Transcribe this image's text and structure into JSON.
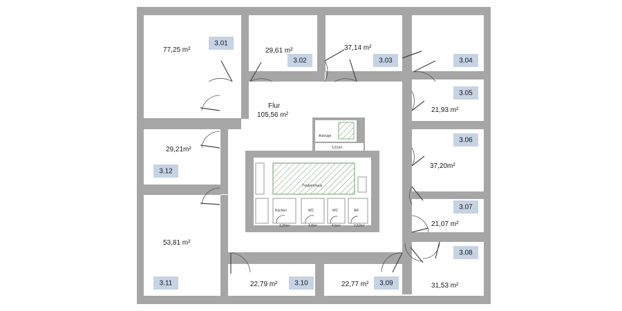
{
  "colors": {
    "wall": "#a6a6a6",
    "room_fill": "#ffffff",
    "label_fill": "#c5d3e5",
    "hatch": "#6a9e6a"
  },
  "rooms": [
    {
      "id": "r301",
      "number": "3.01",
      "area": "77,25 m²"
    },
    {
      "id": "r302",
      "number": "3.02",
      "area": "29,61 m²"
    },
    {
      "id": "r303",
      "number": "3.03",
      "area": "37,14 m²"
    },
    {
      "id": "r304",
      "number": "3.04",
      "area": ""
    },
    {
      "id": "r305",
      "number": "3.05",
      "area": "21,93 m²"
    },
    {
      "id": "r306",
      "number": "3.06",
      "area": "37,20m²"
    },
    {
      "id": "r307",
      "number": "3.07",
      "area": "21,07 m²"
    },
    {
      "id": "r308",
      "number": "3.08",
      "area": "31,53 m²"
    },
    {
      "id": "r309",
      "number": "3.09",
      "area": "22,77 m²"
    },
    {
      "id": "r310",
      "number": "3.10",
      "area": "22,79 m²"
    },
    {
      "id": "r311",
      "number": "3.11",
      "area": "53,81 m²"
    },
    {
      "id": "r312",
      "number": "3.12",
      "area": "29,21m²"
    }
  ],
  "corridor": {
    "name": "Flur",
    "area": "105,56 m²"
  },
  "core": {
    "stair": "Treppenhaus",
    "lift": "Aufzüge",
    "lift_area": "5,61m²",
    "kitchen": "Küchen",
    "kitchen_area": "3,36m²",
    "wc1": "WC",
    "wc1_area": "4,8m²",
    "wc2": "WC",
    "wc2_area": "4,6m²",
    "ar": "AR",
    "ar_area": "2,52m²"
  }
}
